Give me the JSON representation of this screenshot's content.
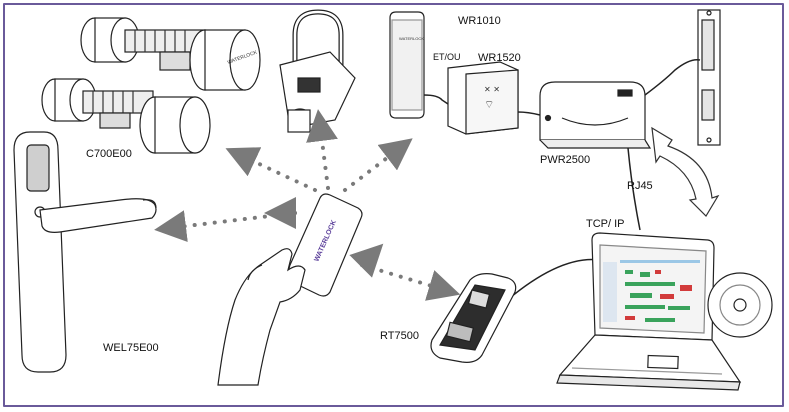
{
  "labels": {
    "wr1010": "WR1010",
    "et_ou": "ET/OU",
    "wr1520": "WR1520",
    "pwr2500": "PWR2500",
    "rj45": "RJ45",
    "tcp_ip": "TCP/ IP",
    "c700e00": "C700E00",
    "wel75e00": "WEL75E00",
    "rt7500": "RT7500"
  },
  "device_brand": "WATERLOCK",
  "colors": {
    "frame": "#6a5a9a",
    "line": "#222222",
    "dots": "#7a7a7a",
    "accent_purple": "#5b3f9a",
    "screen_green": "#3aa35c",
    "screen_red": "#d23b3b"
  }
}
